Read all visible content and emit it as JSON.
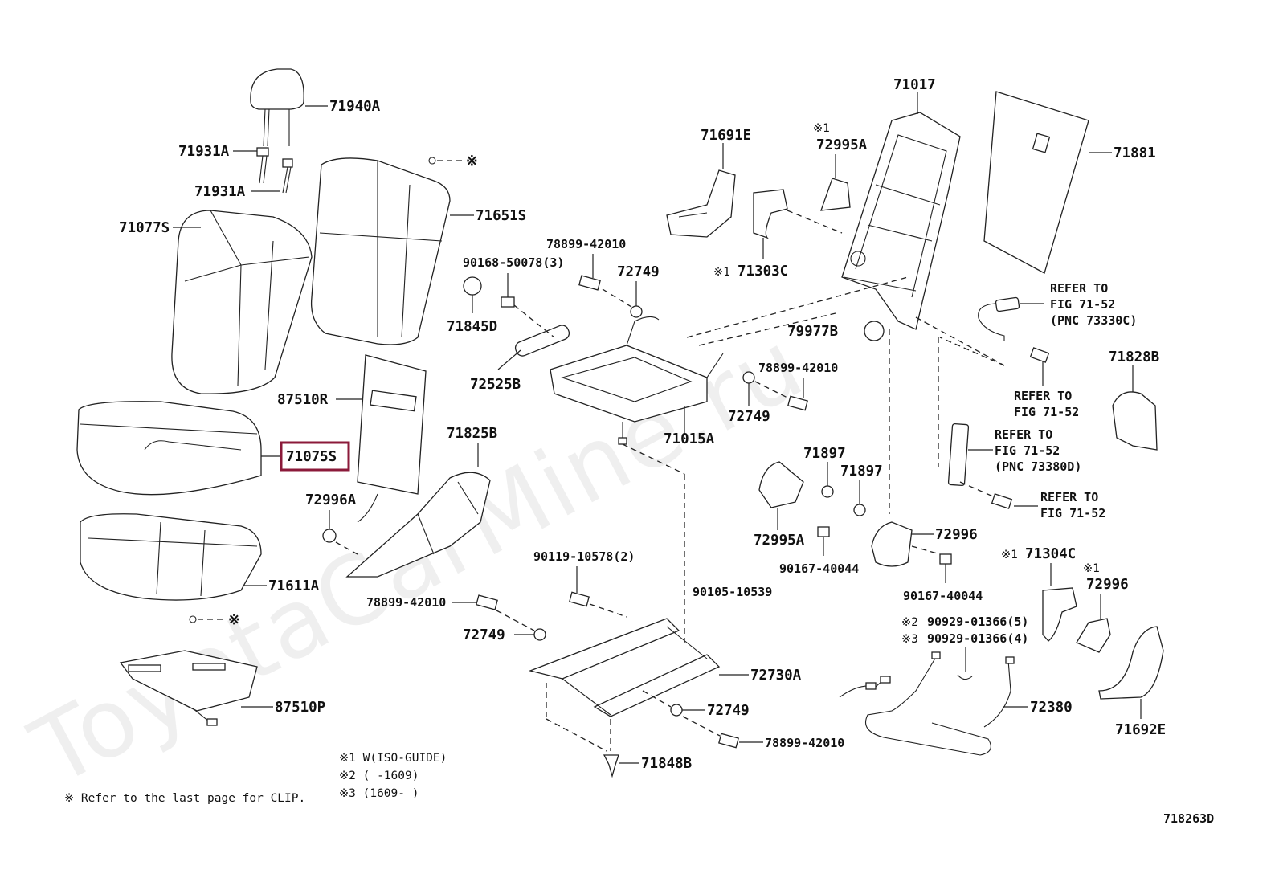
{
  "diagram": {
    "watermark": "ToyotaCarMine.ru",
    "figure_code": "718263D",
    "highlighted_part": "71075S",
    "clip_symbol": "※",
    "parts": {
      "p71940A": "71940A",
      "p71931A_1": "71931A",
      "p71931A_2": "71931A",
      "p71077S": "71077S",
      "p71651S": "71651S",
      "p87510R": "87510R",
      "p71075S": "71075S",
      "p72996A": "72996A",
      "p71825B": "71825B",
      "p71611A": "71611A",
      "p87510P": "87510P",
      "p90168": "90168-50078(3)",
      "p78899_a": "78899-42010",
      "p72749_a": "72749",
      "p71845D": "71845D",
      "p72525B": "72525B",
      "p71015A": "71015A",
      "p78899_b": "78899-42010",
      "p72749_b": "72749",
      "p71691E": "71691E",
      "p72995A_top": "72995A",
      "p71303C": "71303C",
      "p71017": "71017",
      "p71881": "71881",
      "p79977B": "79977B",
      "p71828B": "71828B",
      "p71897_1": "71897",
      "p71897_2": "71897",
      "p72995A_bot": "72995A",
      "p72996": "72996",
      "p90167_1": "90167-40044",
      "p90167_2": "90167-40044",
      "p71304C": "71304C",
      "p72996_r": "72996",
      "p90119": "90119-10578(2)",
      "p90105": "90105-10539",
      "p78899_c": "78899-42010",
      "p72749_c": "72749",
      "p72730A": "72730A",
      "p72749_d": "72749",
      "p78899_d": "78899-42010",
      "p71848B": "71848B",
      "p90929_5": "90929-01366(5)",
      "p90929_4": "90929-01366(4)",
      "p72380": "72380",
      "p71692E": "71692E"
    },
    "markers": {
      "m1_72995A": "※1",
      "m1_71303C": "※1",
      "m1_71304C": "※1",
      "m1_72996": "※1",
      "m2": "※2",
      "m3": "※3"
    },
    "refs": {
      "r1_l1": "REFER TO",
      "r1_l2": "FIG 71-52",
      "r1_l3": "(PNC 73330C)",
      "r2_l1": "REFER TO",
      "r2_l2": "FIG 71-52",
      "r3_l1": "REFER TO",
      "r3_l2": "FIG 71-52",
      "r3_l3": "(PNC 73380D)",
      "r4_l1": "REFER TO",
      "r4_l2": "FIG 71-52"
    },
    "notes": {
      "n1": "※1 W(ISO-GUIDE)",
      "n2": "※2 (     -1609)",
      "n3": "※3 (1609-     )",
      "clip": "※   Refer to the last page for CLIP."
    }
  }
}
